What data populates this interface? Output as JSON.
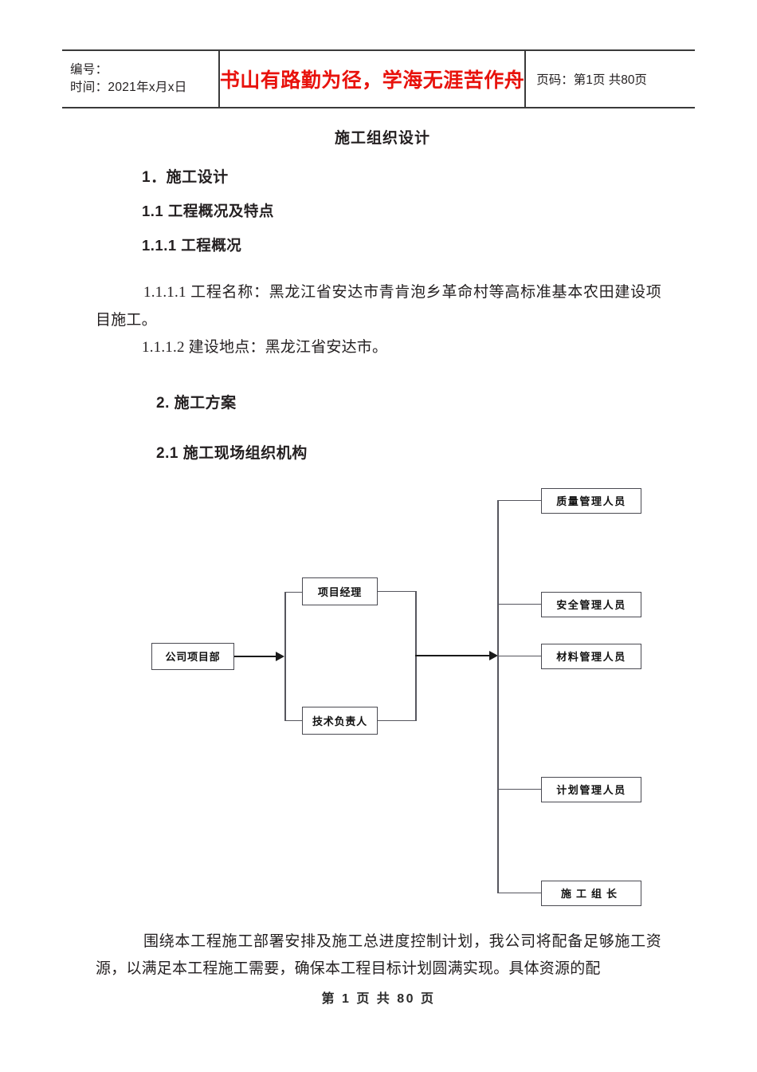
{
  "header": {
    "left": {
      "label_code": "编号：",
      "label_time": "时间：2021年x月x日"
    },
    "slogan": "书山有路勤为径，学海无涯苦作舟",
    "right": {
      "page_info": "页码：第1页 共80页"
    }
  },
  "document": {
    "title": "施工组织设计",
    "headings": {
      "h1": "1．施工设计",
      "h1_1": "1.1 工程概况及特点",
      "h1_1_1": "1.1.1   工程概况",
      "h2": "2.    施工方案",
      "h2_1": "2.1   施工现场组织机构"
    },
    "paragraphs": {
      "p1": "1.1.1.1 工程名称：黑龙江省安达市青肯泡乡革命村等高标准基本农田建设项目施工。",
      "p2": "1.1.1.2 建设地点：黑龙江省安达市。",
      "p3": "围绕本工程施工部署安排及施工总进度控制计划，我公司将配备足够施工资源，以满足本工程施工需要，确保本工程目标计划圆满实现。具体资源的配"
    }
  },
  "org_chart": {
    "root": "公司项目部",
    "middle": [
      "项目经理",
      "技术负责人"
    ],
    "branches": [
      "质量管理人员",
      "安全管理人员",
      "材料管理人员",
      "计划管理人员",
      "施工组长"
    ]
  },
  "footer": {
    "page_info": "第 1 页 共 80 页"
  },
  "colors": {
    "slogan_red": "#e8120c",
    "rule": "#3a3a3a",
    "box_border": "#4a4a52",
    "connector": "#56565e"
  }
}
